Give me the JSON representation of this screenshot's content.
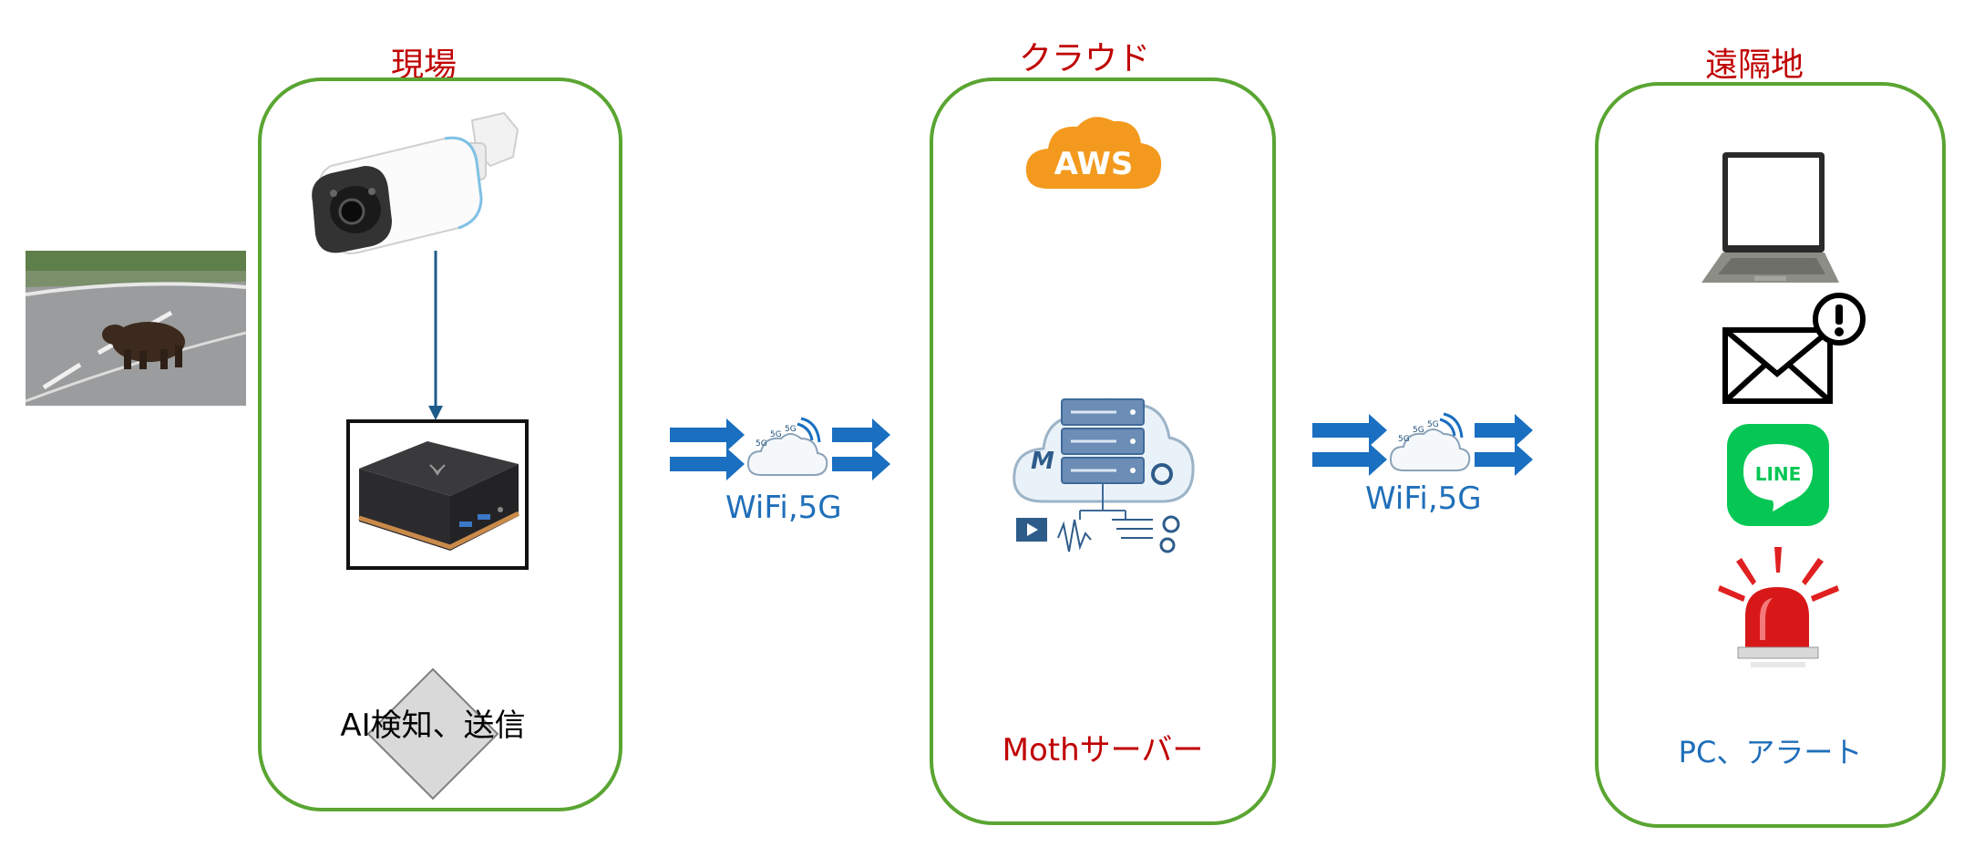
{
  "colors": {
    "panel_border": "#5aa532",
    "title_red": "#c00000",
    "label_blue": "#1f6fba",
    "aws_orange": "#f39a1e",
    "arrow_blue": "#1a6fc0",
    "line_green": "#06c755"
  },
  "panels": {
    "site": {
      "title": "現場",
      "label": "AI検知、送信"
    },
    "cloud": {
      "title": "クラウド",
      "label": "Mothサーバー",
      "logo_text": "AWS"
    },
    "remote": {
      "title": "遠隔地",
      "label": "PC、アラート",
      "line_text": "LINE"
    }
  },
  "links": [
    {
      "label": "WiFi,5G",
      "net": "5G"
    },
    {
      "label": "WiFi,5G",
      "net": "5G"
    }
  ],
  "icons": {
    "source_photo": "bear-on-road-photo",
    "camera": "security-camera-icon",
    "edge_device": "mini-pc-icon",
    "server": "cloud-server-icon",
    "laptop": "laptop-icon",
    "mail_alert": "mail-alert-icon",
    "line_app": "line-app-icon",
    "siren": "siren-icon"
  }
}
